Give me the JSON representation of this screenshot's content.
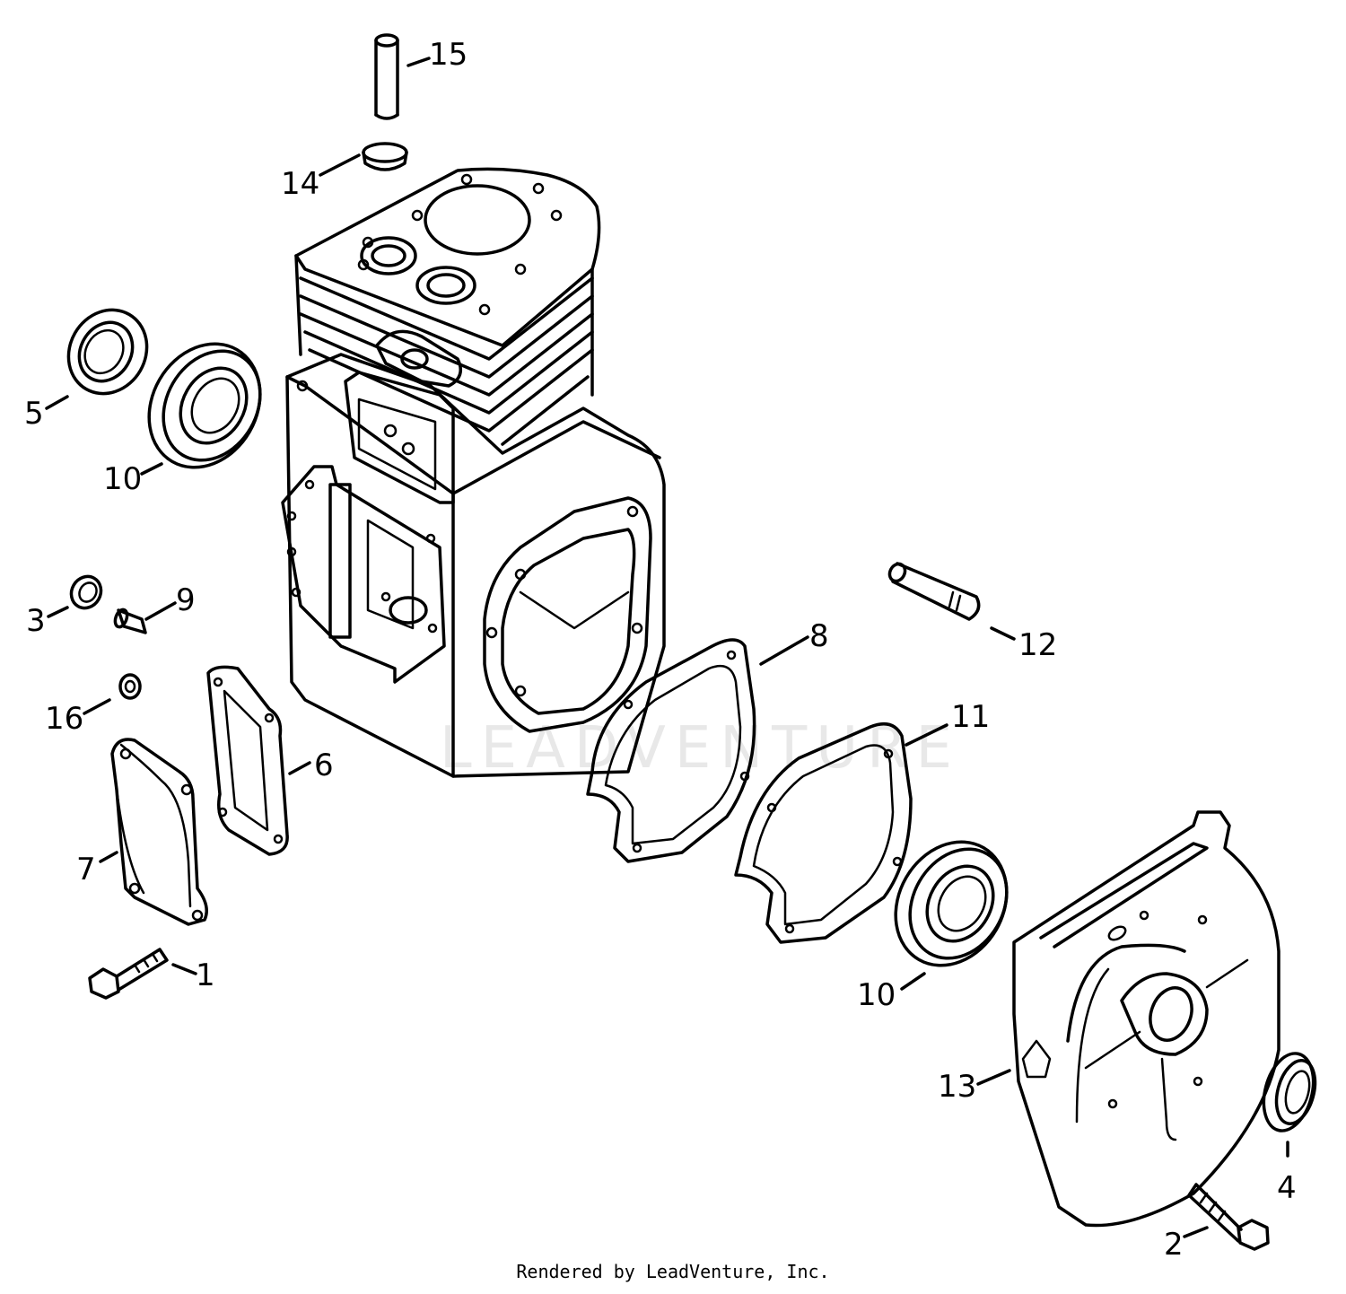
{
  "watermark": "LEADVENTURE",
  "credit": "Rendered by LeadVenture, Inc.",
  "callouts": {
    "c1": "1",
    "c2": "2",
    "c3": "3",
    "c4": "4",
    "c5": "5",
    "c6": "6",
    "c7": "7",
    "c8": "8",
    "c9": "9",
    "c10a": "10",
    "c10b": "10",
    "c11": "11",
    "c12": "12",
    "c13": "13",
    "c14": "14",
    "c15": "15",
    "c16": "16"
  }
}
